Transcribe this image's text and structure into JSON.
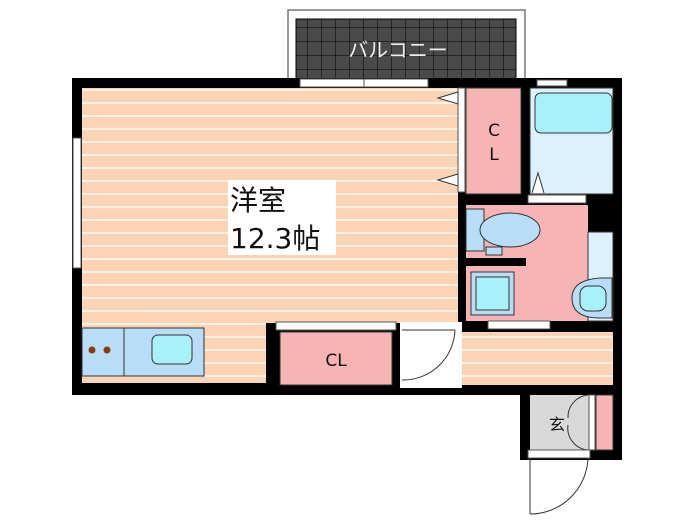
{
  "rooms": {
    "western_room": {
      "name": "洋室",
      "size": "12.3帖"
    },
    "closet_upper": {
      "line1": "C",
      "line2": "L"
    },
    "closet_lower": {
      "label": "CL"
    },
    "balcony": {
      "label": "バルコニー"
    },
    "entrance": {
      "label": "玄"
    }
  },
  "colors": {
    "floor": "#fbd3b5",
    "closet": "#f7b4b4",
    "wet_area": "#f7b4b4",
    "fixture": "#b9dcf7",
    "fixture_inner": "#a8f0fa",
    "balcony": "#4a4a4a",
    "entrance": "#d9d9d9",
    "wall": "#000000"
  }
}
